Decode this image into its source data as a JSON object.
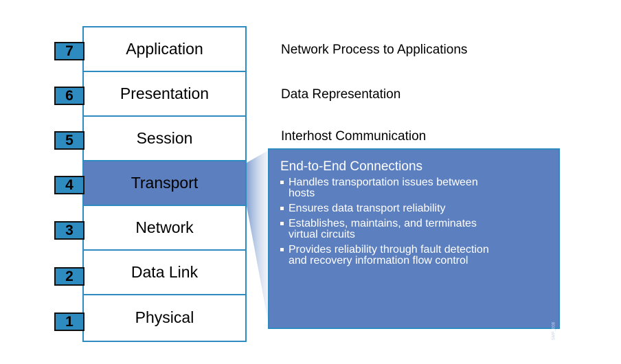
{
  "layers": [
    {
      "number": "7",
      "name": "Application",
      "description": "Network Process to Applications"
    },
    {
      "number": "6",
      "name": "Presentation",
      "description": "Data Representation"
    },
    {
      "number": "5",
      "name": "Session",
      "description": "Interhost Communication"
    },
    {
      "number": "4",
      "name": "Transport",
      "highlighted": true
    },
    {
      "number": "3",
      "name": "Network"
    },
    {
      "number": "2",
      "name": "Data Link"
    },
    {
      "number": "1",
      "name": "Physical"
    }
  ],
  "callout": {
    "title": "End-to-End Connections",
    "bullets": [
      "Handles transportation issues between hosts",
      "Ensures data transport reliability",
      "Establishes, maintains, and terminates virtual circuits",
      "Provides reliability through fault detection and recovery information flow control"
    ],
    "code": "SMP_008"
  },
  "colors": {
    "accent_blue": "#2e8bbf",
    "highlight_blue": "#5b7fbf",
    "number_box": "#2e8bbf"
  }
}
